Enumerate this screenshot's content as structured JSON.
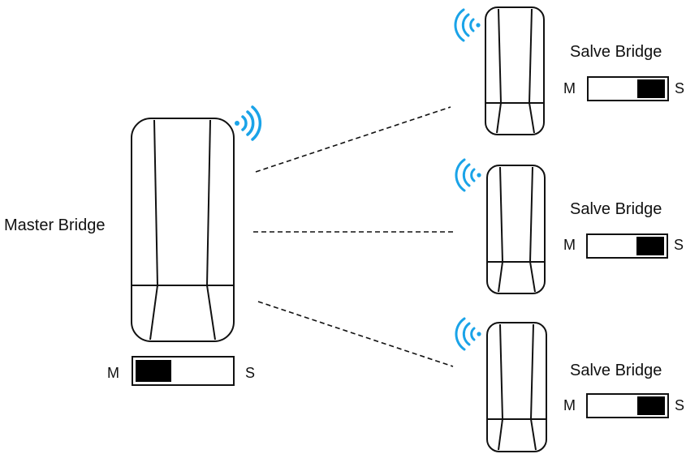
{
  "master": {
    "label": "Master Bridge",
    "switch": {
      "left_label": "M",
      "right_label": "S",
      "position": "M"
    }
  },
  "slaves": [
    {
      "label": "Salve Bridge",
      "switch": {
        "left_label": "M",
        "right_label": "S",
        "position": "S"
      }
    },
    {
      "label": "Salve Bridge",
      "switch": {
        "left_label": "M",
        "right_label": "S",
        "position": "S"
      }
    },
    {
      "label": "Salve Bridge",
      "switch": {
        "left_label": "M",
        "right_label": "S",
        "position": "S"
      }
    }
  ],
  "icons": {
    "wireless": "wifi-signal-icon"
  },
  "colors": {
    "wireless": "#1aa3e8",
    "outline": "#111111"
  }
}
